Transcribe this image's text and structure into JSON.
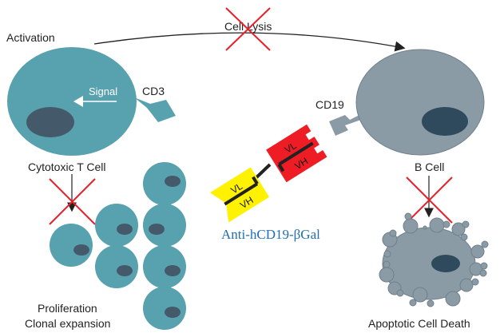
{
  "labels": {
    "activation": "Activation",
    "cell_lysis": "Cell Lysis",
    "signal": "Signal",
    "cd3": "CD3",
    "cd19": "CD19",
    "cytotoxic_t_cell": "Cytotoxic T Cell",
    "b_cell": "B Cell",
    "proliferation": "Proliferation",
    "clonal_expansion": "Clonal expansion",
    "apoptotic_cell_death": "Apoptotic Cell Death",
    "antibody_name": "Anti-hCD19-βGal"
  },
  "domains": {
    "red_vl": "VL",
    "red_vh": "VH",
    "yellow_vl": "VL",
    "yellow_vh": "VH"
  },
  "colors": {
    "t_cell": "#58a1ae",
    "t_nucleus": "#445a6a",
    "b_cell": "#8b9ba6",
    "b_nucleus": "#2e4a5c",
    "cross": "#e8202a",
    "red_domain": "#ee1c25",
    "yellow_domain": "#fff200",
    "antibody_title": "#1f6fb2"
  }
}
